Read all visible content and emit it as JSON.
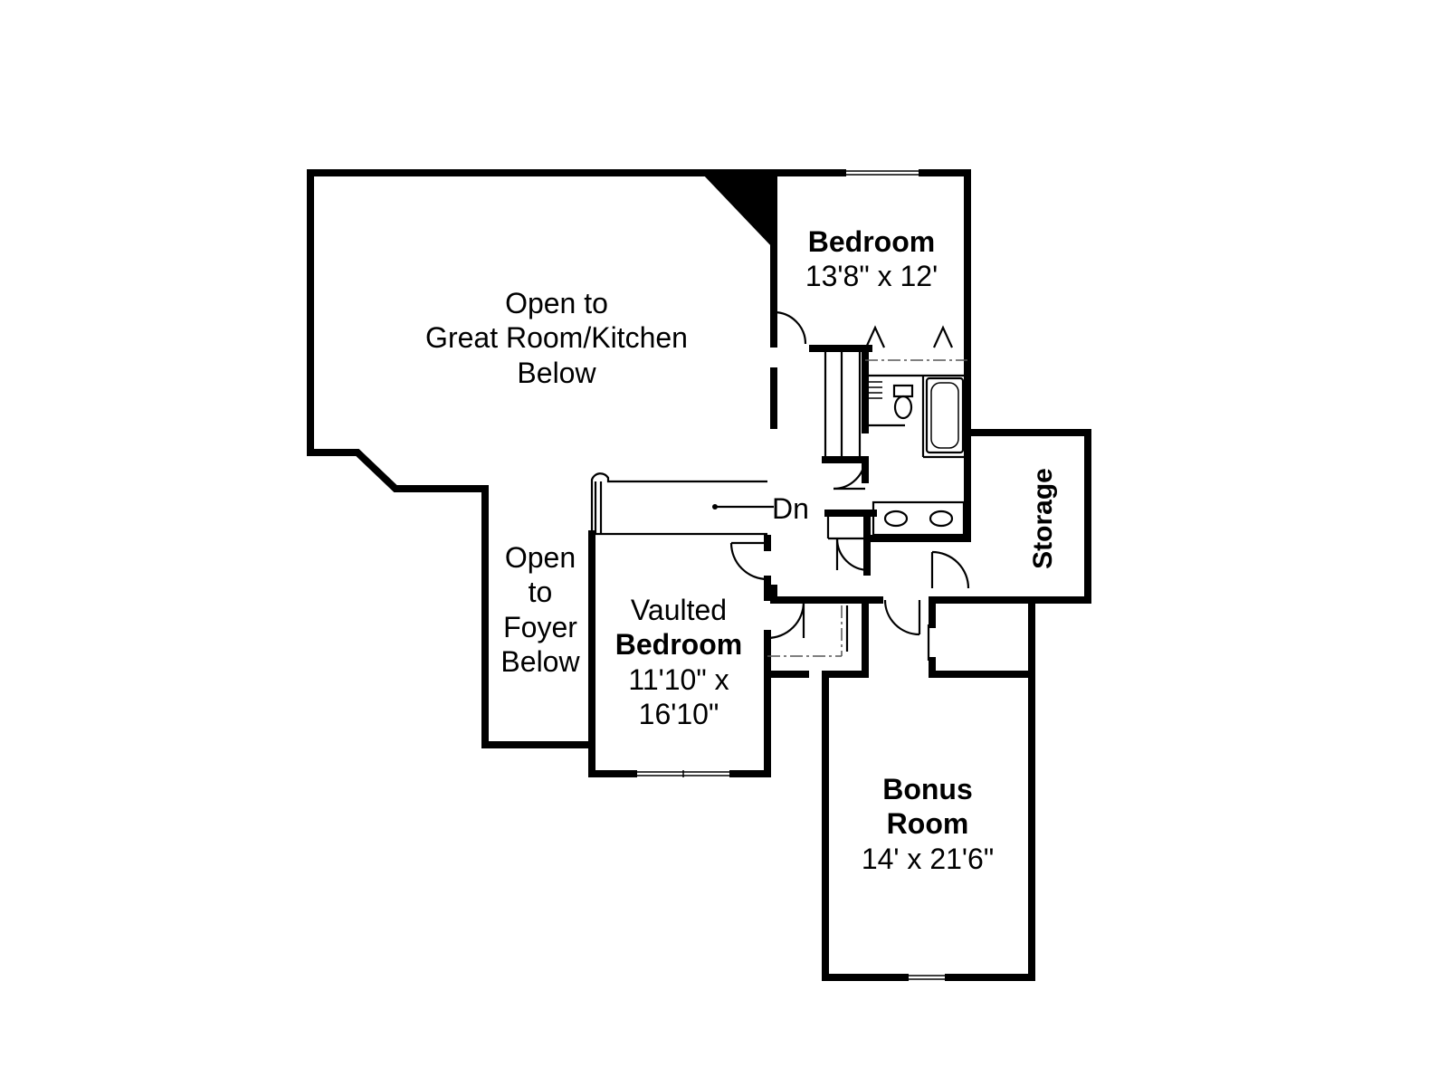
{
  "rooms": {
    "open_great_room": {
      "line1": "Open to",
      "line2": "Great Room/Kitchen",
      "line3": "Below"
    },
    "bedroom": {
      "name": "Bedroom",
      "size": "13'8\" x 12'"
    },
    "open_foyer": {
      "line1": "Open",
      "line2": "to",
      "line3": "Foyer",
      "line4": "Below"
    },
    "vaulted_bedroom": {
      "line1": "Vaulted",
      "name": "Bedroom",
      "size1": "11'10\" x",
      "size2": "16'10\""
    },
    "bonus_room": {
      "name1": "Bonus",
      "name2": "Room",
      "size": "14' x 21'6\""
    },
    "storage": {
      "name": "Storage"
    }
  },
  "stair": {
    "label": "Dn"
  }
}
